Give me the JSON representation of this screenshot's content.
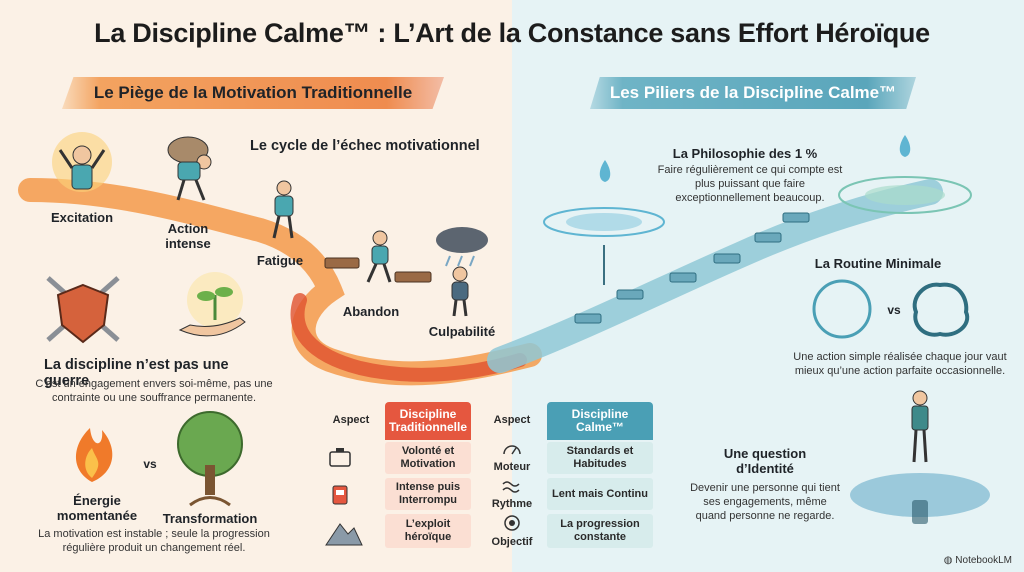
{
  "title": "La Discipline Calme™ : L’Art de la Constance sans Effort Héroïque",
  "left": {
    "banner": "Le Piège de la Motivation Traditionnelle",
    "cycle_title": "Le cycle de l’échec motivationnel",
    "stages": [
      "Excitation",
      "Action intense",
      "Fatigue",
      "Abandon",
      "Culpabilité"
    ],
    "war": {
      "heading": "La discipline n’est pas une guerre",
      "text": "C’est un engagement envers soi-même, pas une contrainte ou une souffrance permanente."
    },
    "energy": {
      "left_label": "Énergie momentanée",
      "vs": "vs",
      "right_label": "Transformation",
      "text": "La motivation est instable ; seule la progression régulière produit un changement réel."
    }
  },
  "right": {
    "banner": "Les Piliers de la Discipline Calme™",
    "philosophy": {
      "heading": "La Philosophie des 1 %",
      "text": "Faire régulièrement ce qui compte est plus puissant que faire exceptionnellement beaucoup."
    },
    "routine": {
      "heading": "La Routine Minimale",
      "vs": "vs",
      "text": "Une action simple réalisée chaque jour vaut mieux qu’une action parfaite occasionnelle."
    },
    "identity": {
      "heading": "Une question d’Identité",
      "text": "Devenir une personne qui tient ses engagements, même quand personne ne regarde."
    }
  },
  "table": {
    "aspect_header": "Aspect",
    "trad_header": "Discipline Traditionnelle",
    "calm_header": "Discipline Calme™",
    "rows": [
      {
        "trad": "Volonté et Motivation",
        "aspect": "Moteur",
        "calm": "Standards et Habitudes"
      },
      {
        "trad": "Intense puis Interrompu",
        "aspect": "Rythme",
        "calm": "Lent mais Continu"
      },
      {
        "trad": "L’exploit héroïque",
        "aspect": "Objectif",
        "calm": "La progression constante"
      }
    ]
  },
  "footer": "NotebookLM",
  "colors": {
    "left_bg": "#fbf1e6",
    "right_bg": "#e6f3f5",
    "accent_orange": "#ef8c4f",
    "accent_red": "#e5573f",
    "accent_teal": "#4a9fb5"
  }
}
